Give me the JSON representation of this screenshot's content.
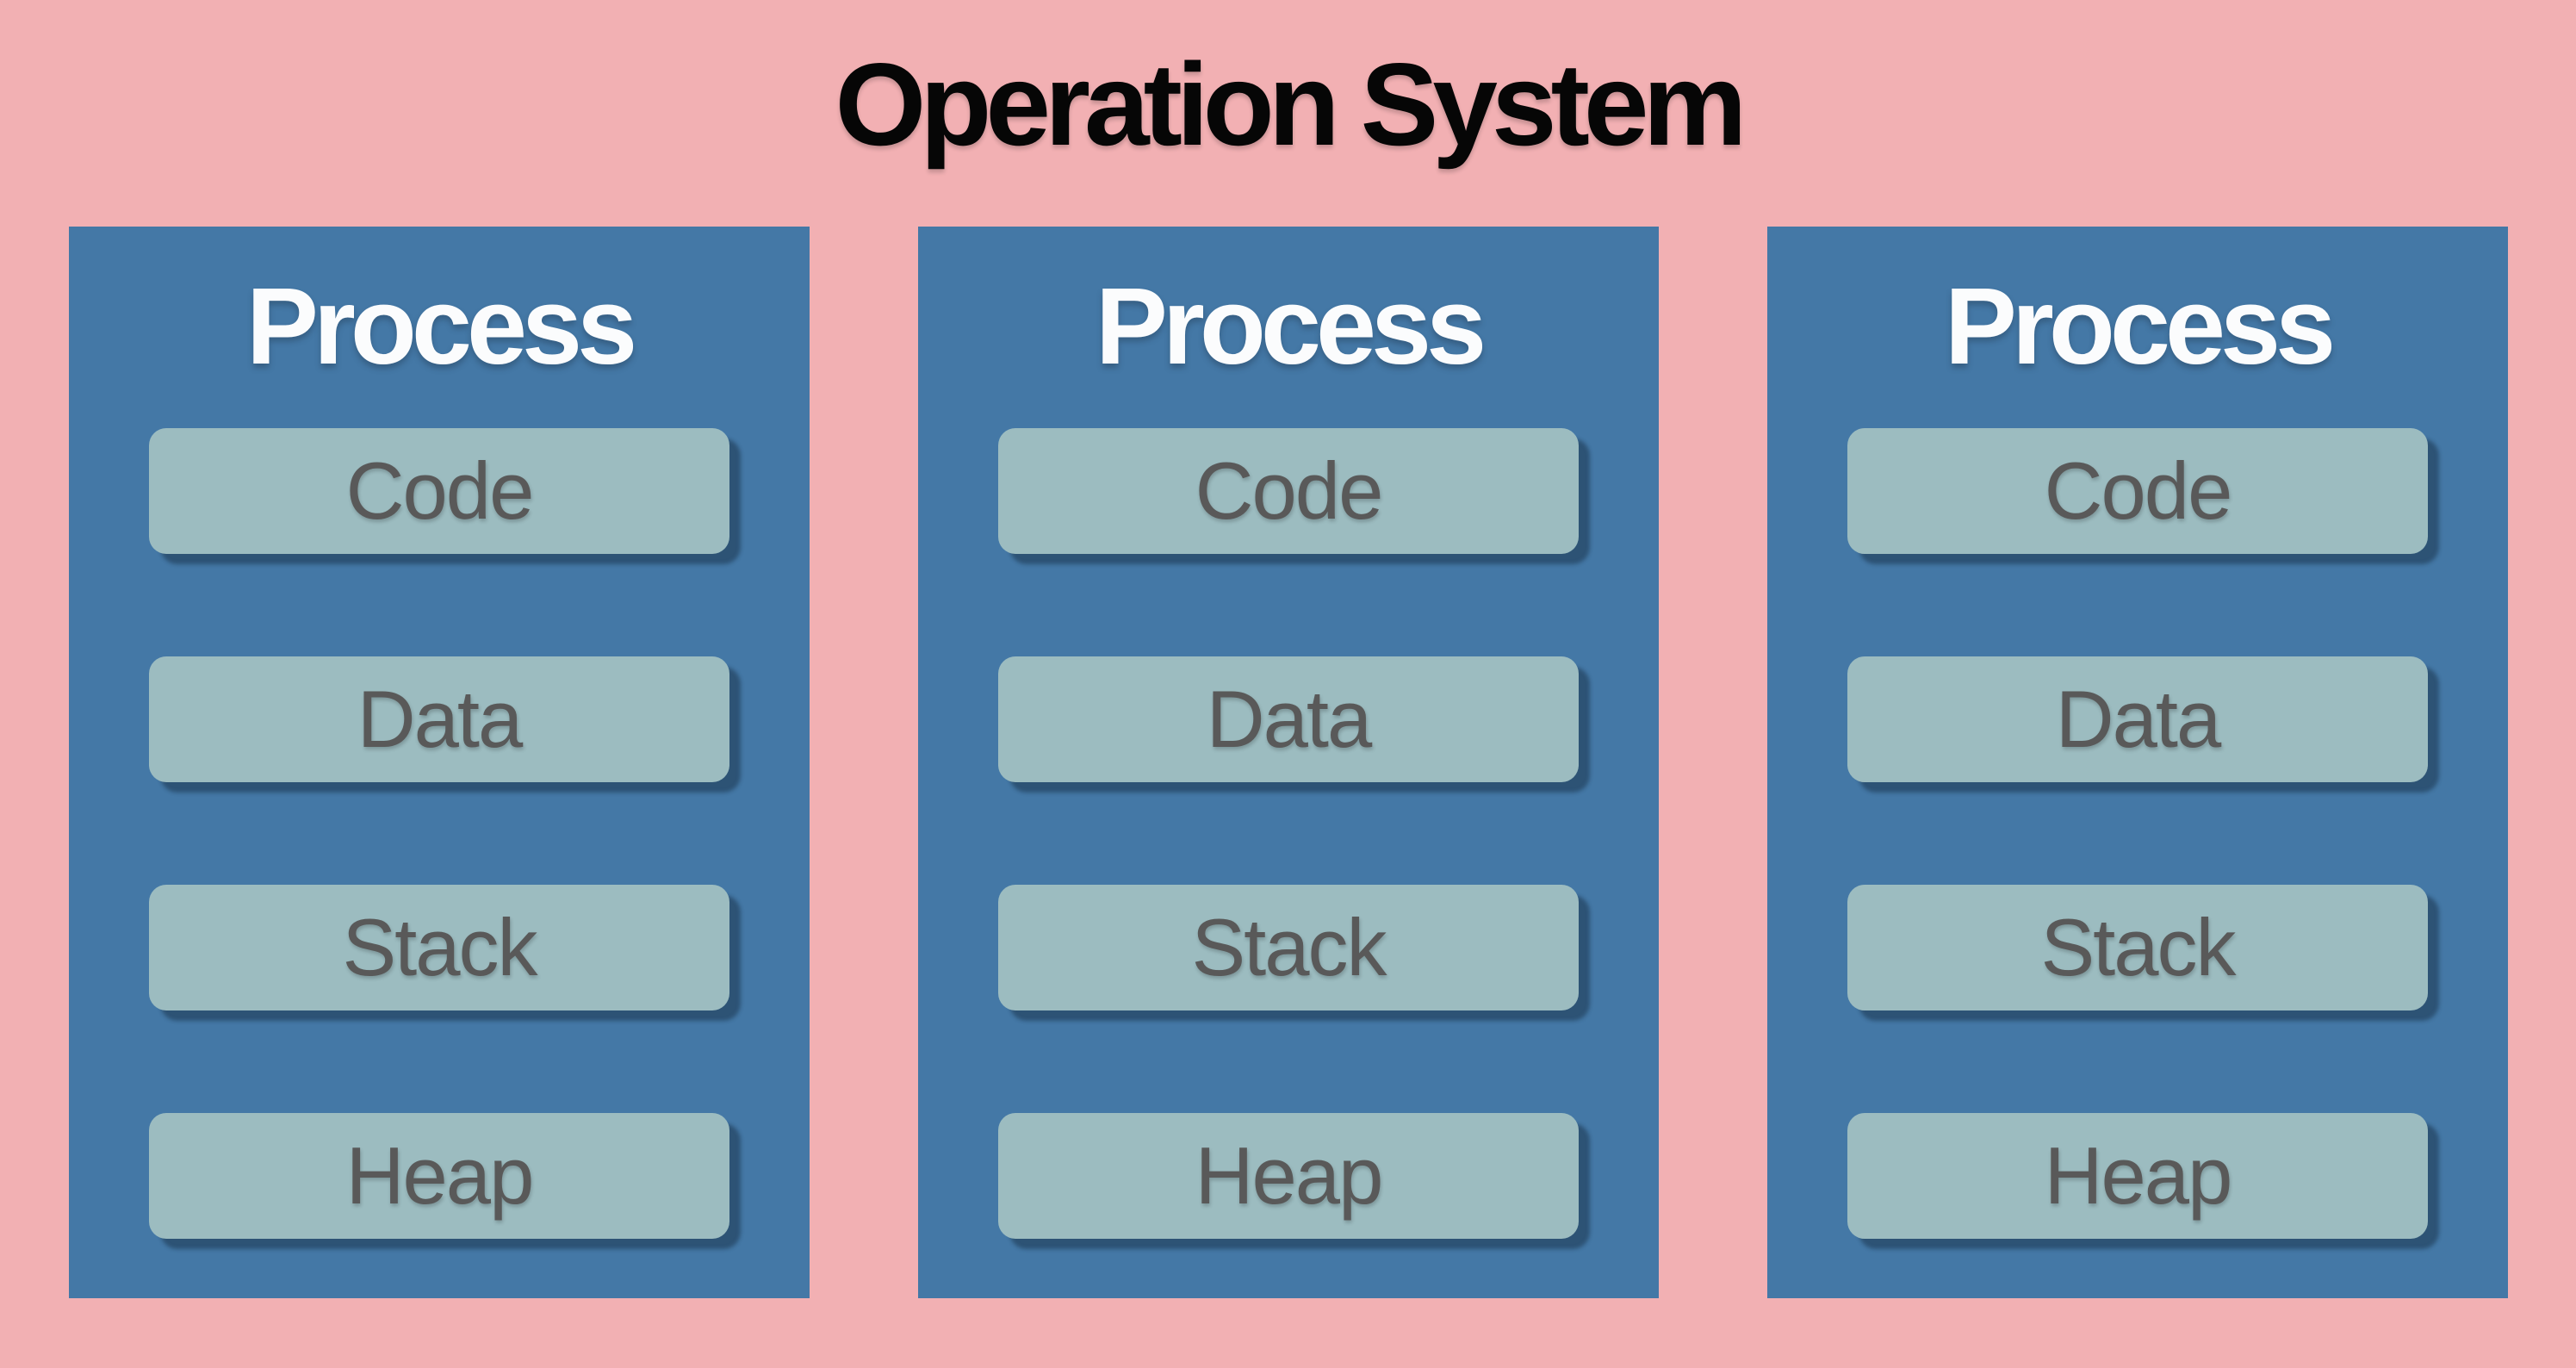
{
  "title": "Operation System",
  "processes": [
    {
      "title": "Process",
      "segments": [
        "Code",
        "Data",
        "Stack",
        "Heap"
      ]
    },
    {
      "title": "Process",
      "segments": [
        "Code",
        "Data",
        "Stack",
        "Heap"
      ]
    },
    {
      "title": "Process",
      "segments": [
        "Code",
        "Data",
        "Stack",
        "Heap"
      ]
    }
  ],
  "colors": {
    "background": "#f2b0b3",
    "process_fill": "#4478a6",
    "process_text": "#fbfcfd",
    "segment_fill": "#9cbcc0",
    "segment_text": "#595959",
    "title_text": "#060606",
    "segment_shadow": "#33516e"
  }
}
